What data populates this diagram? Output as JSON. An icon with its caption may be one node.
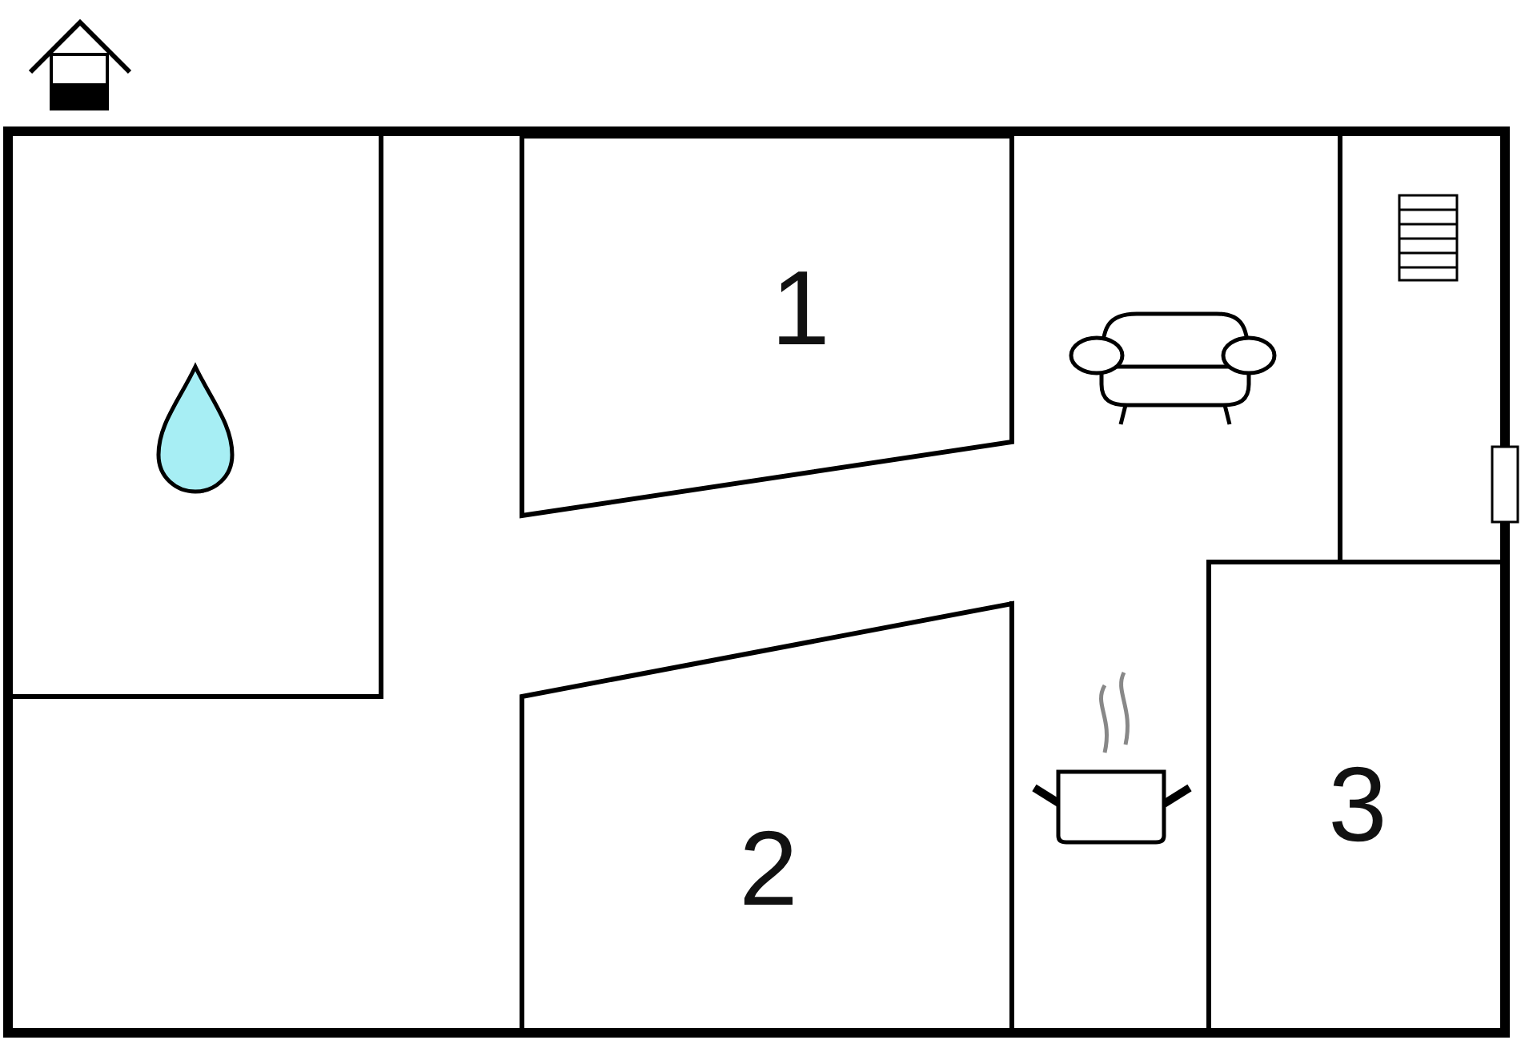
{
  "diagram": {
    "nodes": [
      {
        "text": [
          "1"
        ]
      },
      {
        "text": [
          "2"
        ]
      },
      {
        "text": [
          "3"
        ]
      }
    ],
    "edges": []
  }
}
